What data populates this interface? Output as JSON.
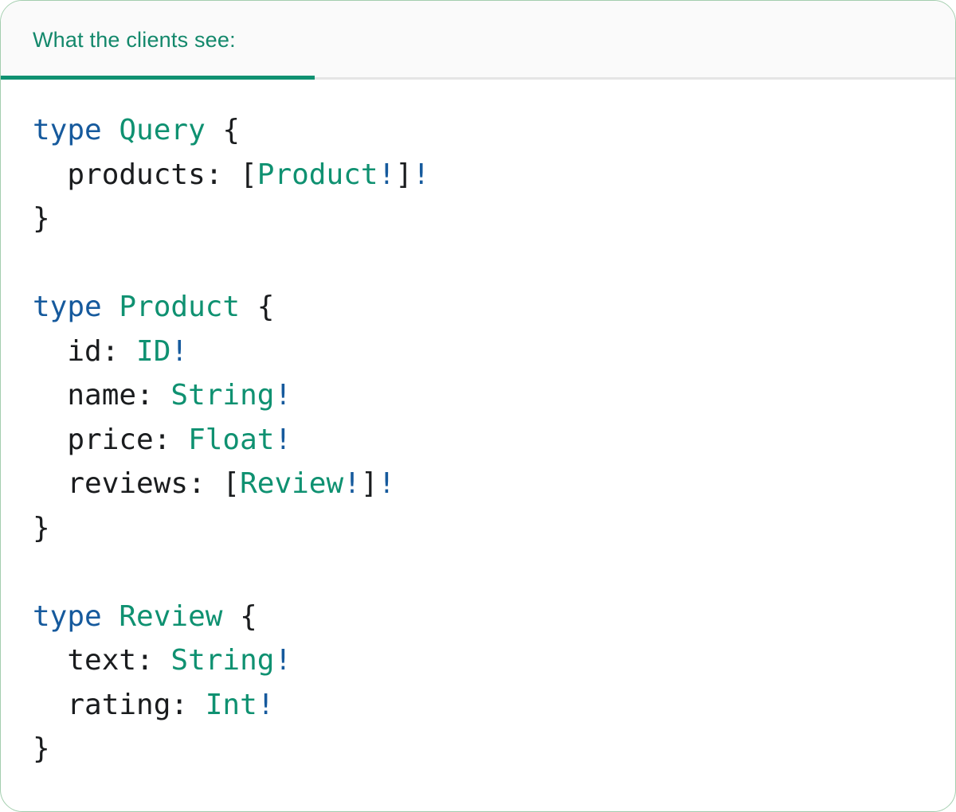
{
  "header": {
    "tab": {
      "label": "What the clients see:"
    }
  },
  "colors": {
    "header_text": "#13886b",
    "tab_underline": "#0f9171",
    "header_bg": "#fafafa",
    "divider": "#e5e5e5",
    "card_border": "#a3ceae",
    "card_bg": "#ffffff",
    "code_blue": "#165a9d",
    "code_teal": "#0f9171",
    "code_plain": "#1a1c1e"
  },
  "code": {
    "language": "graphql-sdl",
    "lines": [
      {
        "tokens": [
          {
            "t": "type ",
            "c": "blue"
          },
          {
            "t": "Query",
            "c": "teal"
          },
          {
            "t": " {",
            "c": "plain"
          }
        ]
      },
      {
        "tokens": [
          {
            "t": "  products: ",
            "c": "plain"
          },
          {
            "t": "[",
            "c": "plain"
          },
          {
            "t": "Product",
            "c": "teal"
          },
          {
            "t": "!",
            "c": "blue"
          },
          {
            "t": "]",
            "c": "plain"
          },
          {
            "t": "!",
            "c": "blue"
          }
        ]
      },
      {
        "tokens": [
          {
            "t": "}",
            "c": "plain"
          }
        ]
      },
      {
        "tokens": []
      },
      {
        "tokens": [
          {
            "t": "type ",
            "c": "blue"
          },
          {
            "t": "Product",
            "c": "teal"
          },
          {
            "t": " {",
            "c": "plain"
          }
        ]
      },
      {
        "tokens": [
          {
            "t": "  id: ",
            "c": "plain"
          },
          {
            "t": "ID",
            "c": "teal"
          },
          {
            "t": "!",
            "c": "blue"
          }
        ]
      },
      {
        "tokens": [
          {
            "t": "  name: ",
            "c": "plain"
          },
          {
            "t": "String",
            "c": "teal"
          },
          {
            "t": "!",
            "c": "blue"
          }
        ]
      },
      {
        "tokens": [
          {
            "t": "  price: ",
            "c": "plain"
          },
          {
            "t": "Float",
            "c": "teal"
          },
          {
            "t": "!",
            "c": "blue"
          }
        ]
      },
      {
        "tokens": [
          {
            "t": "  reviews: ",
            "c": "plain"
          },
          {
            "t": "[",
            "c": "plain"
          },
          {
            "t": "Review",
            "c": "teal"
          },
          {
            "t": "!",
            "c": "blue"
          },
          {
            "t": "]",
            "c": "plain"
          },
          {
            "t": "!",
            "c": "blue"
          }
        ]
      },
      {
        "tokens": [
          {
            "t": "}",
            "c": "plain"
          }
        ]
      },
      {
        "tokens": []
      },
      {
        "tokens": [
          {
            "t": "type ",
            "c": "blue"
          },
          {
            "t": "Review",
            "c": "teal"
          },
          {
            "t": " {",
            "c": "plain"
          }
        ]
      },
      {
        "tokens": [
          {
            "t": "  text: ",
            "c": "plain"
          },
          {
            "t": "String",
            "c": "teal"
          },
          {
            "t": "!",
            "c": "blue"
          }
        ]
      },
      {
        "tokens": [
          {
            "t": "  rating: ",
            "c": "plain"
          },
          {
            "t": "Int",
            "c": "teal"
          },
          {
            "t": "!",
            "c": "blue"
          }
        ]
      },
      {
        "tokens": [
          {
            "t": "}",
            "c": "plain"
          }
        ]
      }
    ]
  }
}
